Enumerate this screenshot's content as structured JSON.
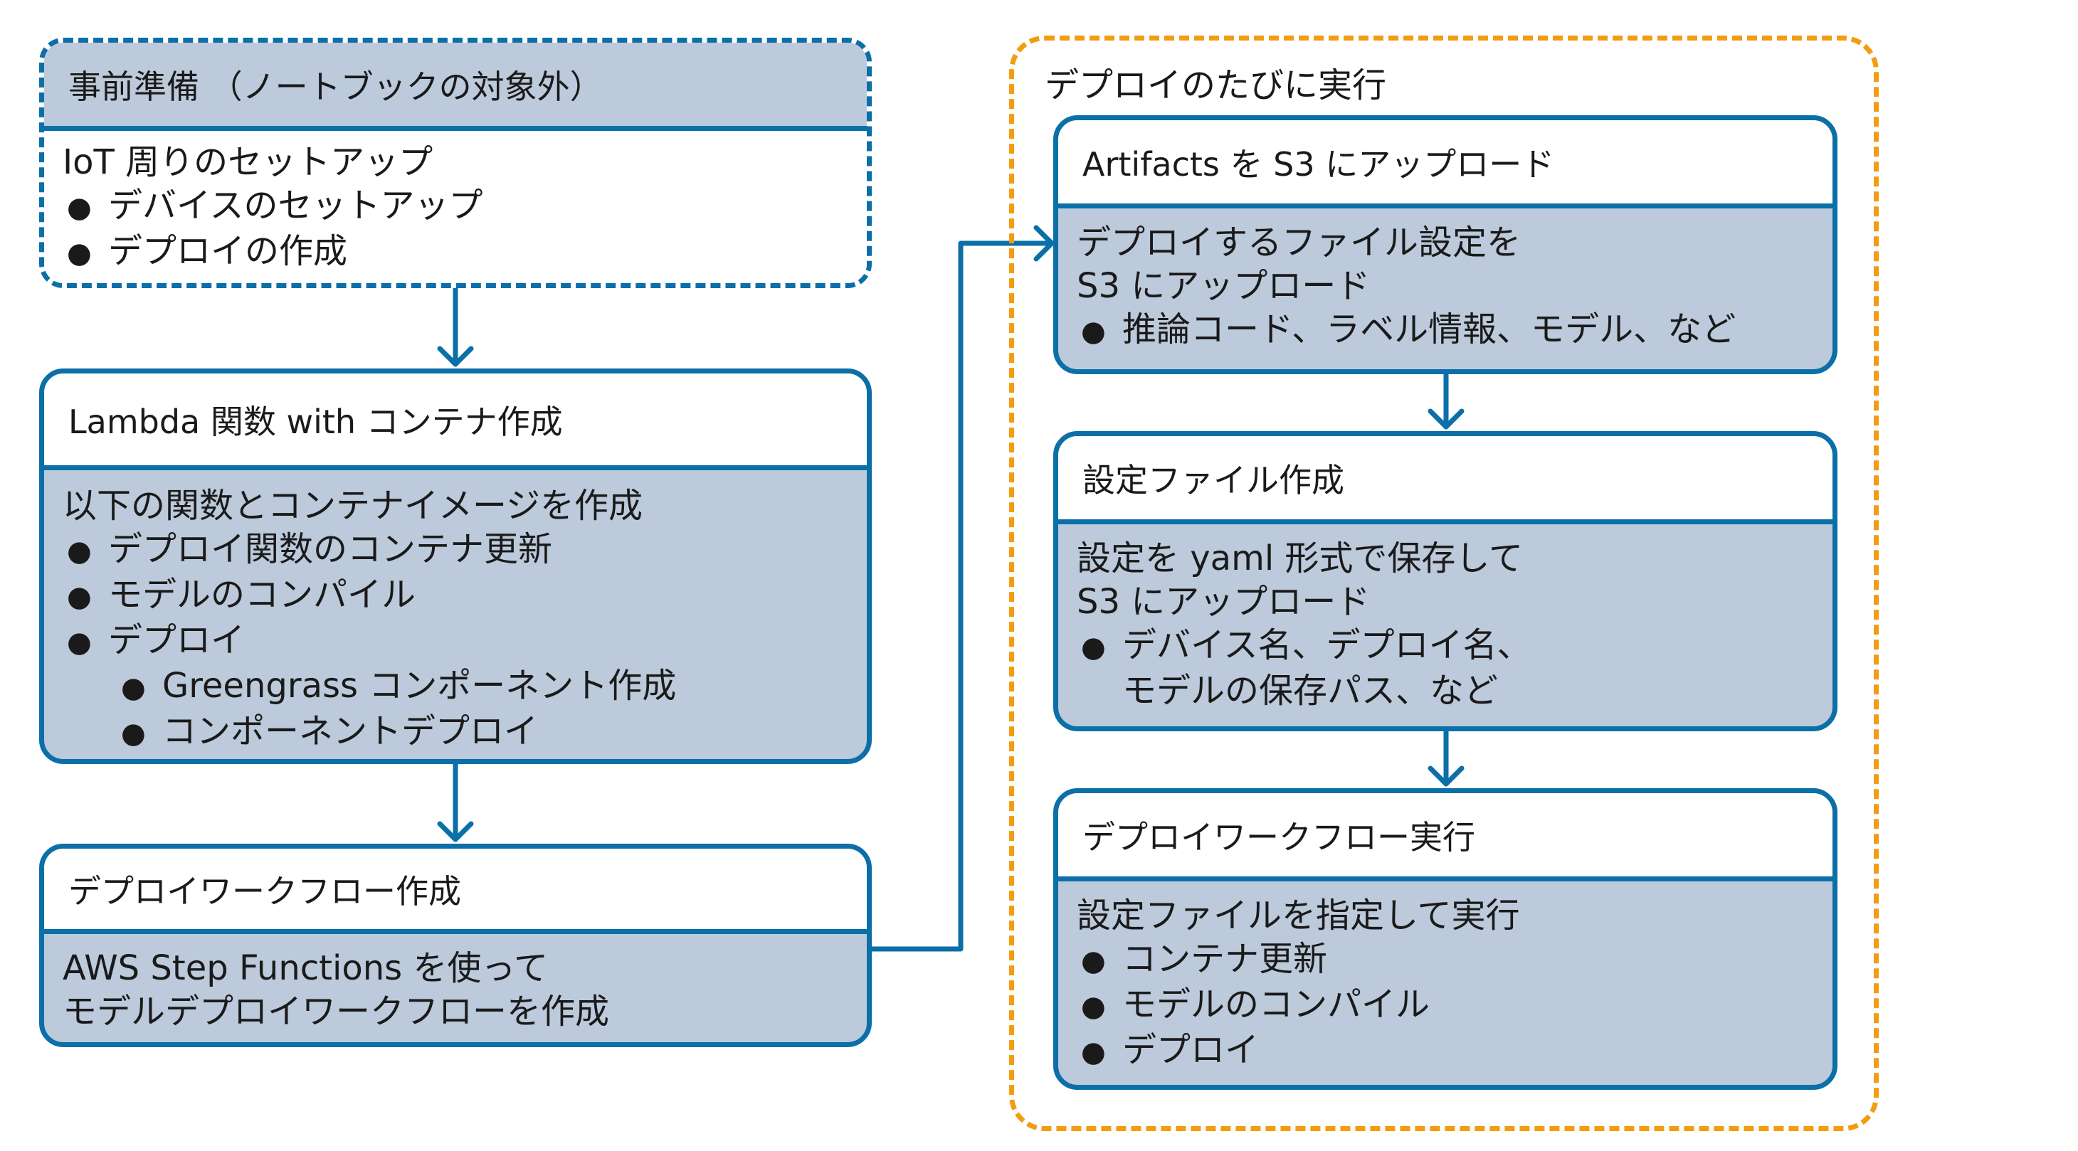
{
  "left": {
    "prep": {
      "title": "事前準備 （ノートブックの対象外）",
      "lead": "IoT 周りのセットアップ",
      "bullets": [
        "デバイスのセットアップ",
        "デプロイの作成"
      ]
    },
    "lambda": {
      "title": "Lambda 関数 with コンテナ作成",
      "lead": "以下の関数とコンテナイメージを作成",
      "bullets": [
        "デプロイ関数のコンテナ更新",
        "モデルのコンパイル",
        "デプロイ"
      ],
      "sub_bullets": [
        "Greengrass コンポーネント作成",
        "コンポーネントデプロイ"
      ]
    },
    "workflow_create": {
      "title": "デプロイワークフロー作成",
      "lines": [
        "AWS Step Functions を使って",
        "モデルデプロイワークフローを作成"
      ]
    }
  },
  "right": {
    "group_title": "デプロイのたびに実行",
    "upload": {
      "title": "Artifacts を S3 にアップロード",
      "lines": [
        "デプロイするファイル設定を",
        "S3 にアップロード"
      ],
      "bullets": [
        "推論コード、ラベル情報、モデル、など"
      ]
    },
    "config": {
      "title": "設定ファイル作成",
      "lines": [
        "設定を yaml 形式で保存して",
        "S3 にアップロード"
      ],
      "bullets": [
        "デバイス名、デプロイ名、"
      ],
      "continuation": "モデルの保存パス、など"
    },
    "run": {
      "title": "デプロイワークフロー実行",
      "lead": "設定ファイルを指定して実行",
      "bullets": [
        "コンテナ更新",
        "モデルのコンパイル",
        "デプロイ"
      ]
    }
  },
  "colors": {
    "box_border": "#0b6fa8",
    "box_fill": "#bccadb",
    "group_border": "#f39c12"
  }
}
